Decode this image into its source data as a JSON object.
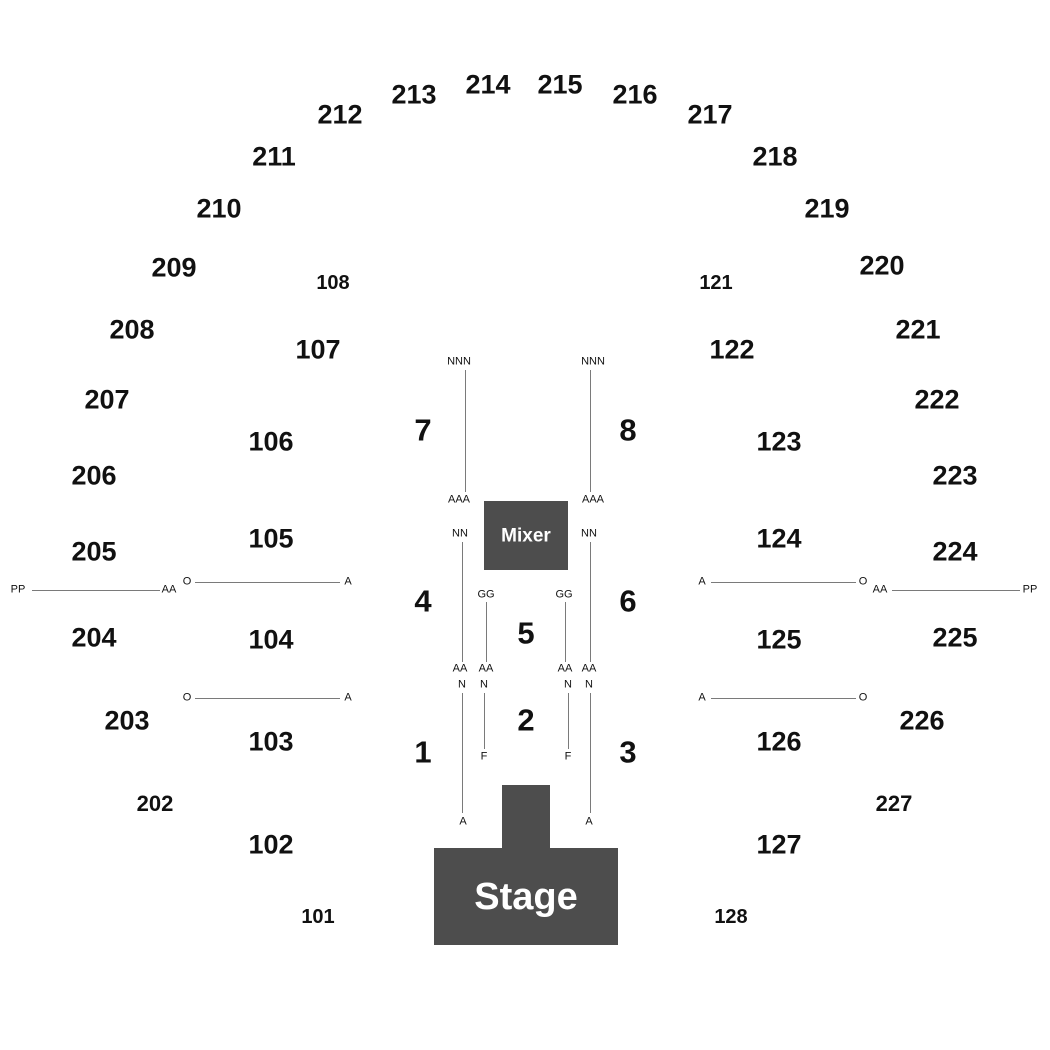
{
  "colors": {
    "stage": "#4d4d4d",
    "mixer": "#4d4d4d",
    "line": "#7a7a7a",
    "text": "#111111",
    "block_text": "#ffffff"
  },
  "stage": {
    "label": "Stage"
  },
  "mixer": {
    "label": "Mixer"
  },
  "sections": {
    "upper": [
      "202",
      "203",
      "204",
      "205",
      "206",
      "207",
      "208",
      "209",
      "210",
      "211",
      "212",
      "213",
      "214",
      "215",
      "216",
      "217",
      "218",
      "219",
      "220",
      "221",
      "222",
      "223",
      "224",
      "225",
      "226",
      "227"
    ],
    "lower": [
      "101",
      "102",
      "103",
      "104",
      "105",
      "106",
      "107",
      "108",
      "121",
      "122",
      "123",
      "124",
      "125",
      "126",
      "127",
      "128"
    ],
    "floor": [
      "1",
      "2",
      "3",
      "4",
      "5",
      "6",
      "7",
      "8"
    ]
  },
  "rows": {
    "nnn": "NNN",
    "aaa": "AAA",
    "nn": "NN",
    "gg": "GG",
    "aa": "AA",
    "n": "N",
    "f": "F",
    "a": "A",
    "o": "O",
    "pp": "PP"
  }
}
